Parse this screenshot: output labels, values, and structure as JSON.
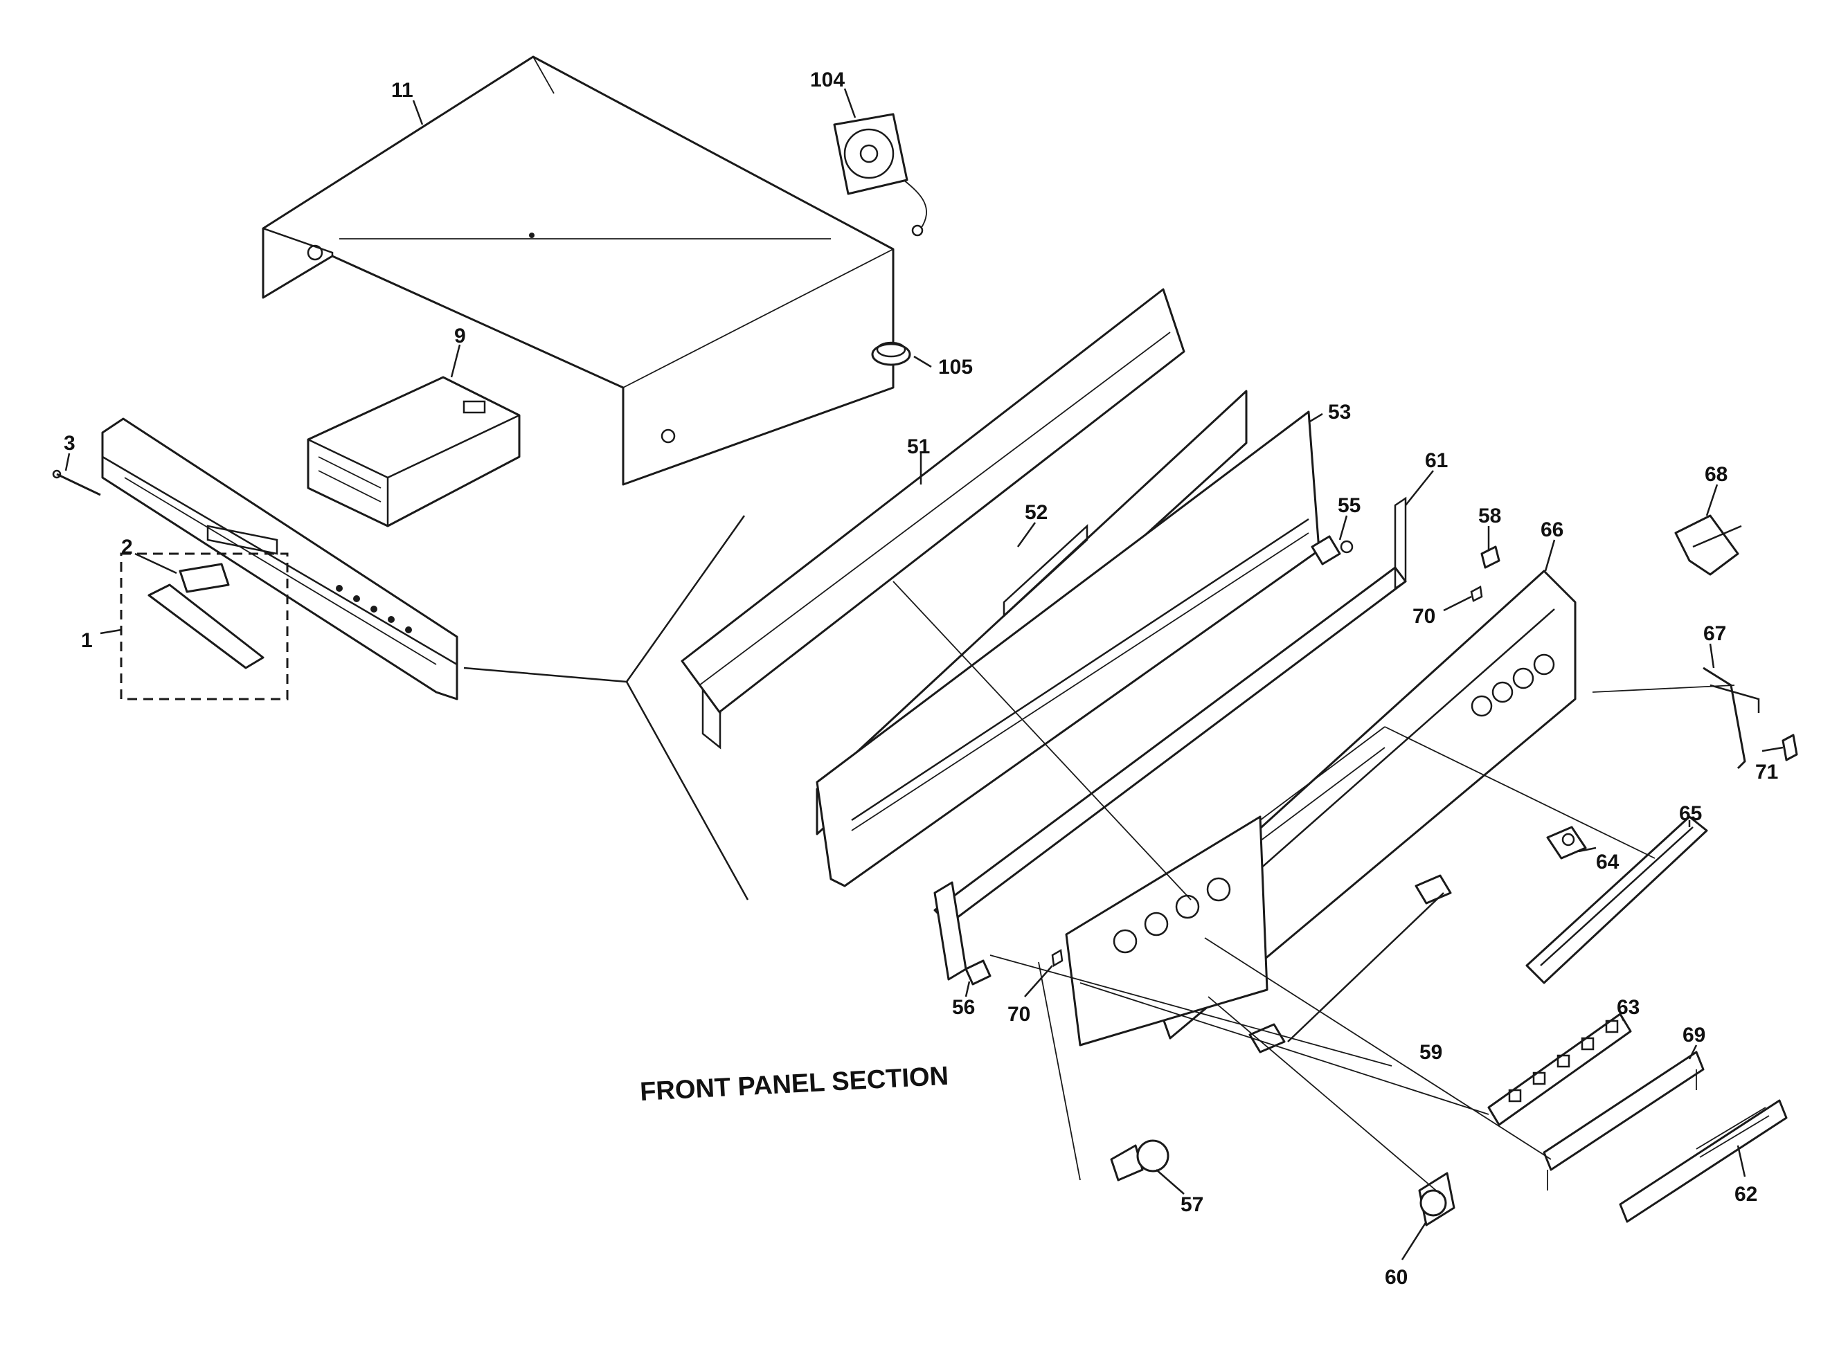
{
  "caption": "FRONT PANEL SECTION",
  "callouts": [
    "1",
    "2",
    "3",
    "9",
    "11",
    "104",
    "105",
    "51",
    "52",
    "53",
    "55",
    "61",
    "58",
    "66",
    "68",
    "70",
    "67",
    "71",
    "64",
    "65",
    "56",
    "70",
    "59",
    "63",
    "69",
    "62",
    "57",
    "60"
  ]
}
